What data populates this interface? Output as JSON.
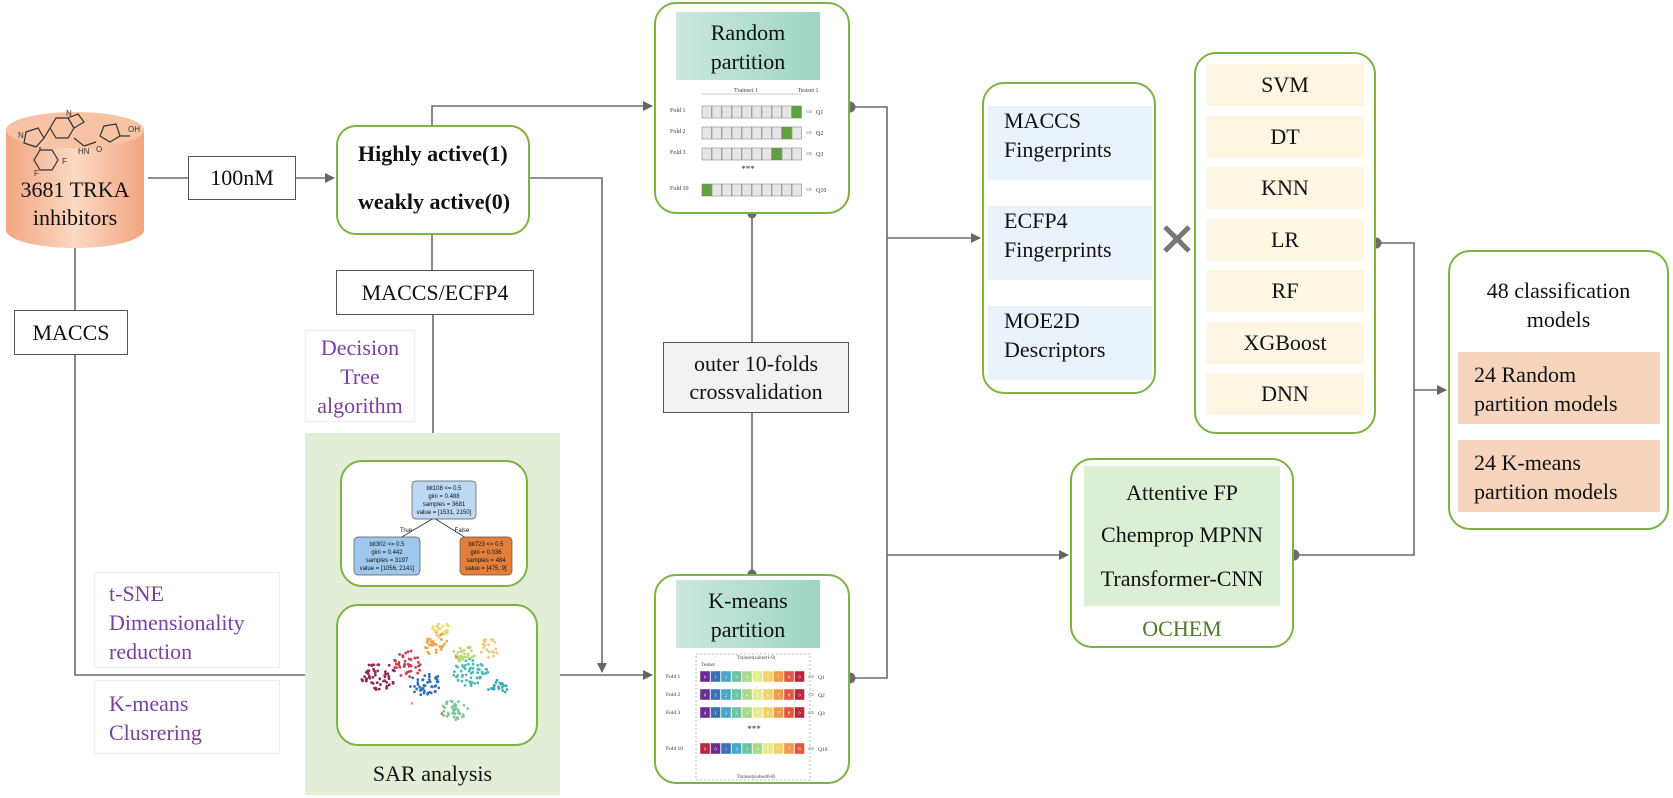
{
  "source": {
    "line1": "3681 TRKA",
    "line2": "inhibitors"
  },
  "threshold": "100nM",
  "maccs_label": "MACCS",
  "activity": {
    "high": "Highly active(1)",
    "weak": "weakly active(0)"
  },
  "fingerprint_label": "MACCS/ECFP4",
  "decision_tree": {
    "label_lines": [
      "Decision",
      "Tree",
      "algorithm"
    ],
    "root": [
      "bit108 <= 0.5",
      "gini = 0.488",
      "samples = 3681",
      "value = [1531, 2150]"
    ],
    "true_label": "True",
    "false_label": "False",
    "left": [
      "bit302 <= 0.5",
      "gini = 0.442",
      "samples = 3197",
      "value = [1056, 2141]"
    ],
    "right": [
      "bit723 <= 0.5",
      "gini = 0.036",
      "samples = 484",
      "value = [475, 9]"
    ]
  },
  "tsne_label_lines": [
    "t-SNE",
    "Dimensionality",
    "reduction"
  ],
  "kmeans_label_lines": [
    "K-means",
    "Clusrering"
  ],
  "sar_label": "SAR analysis",
  "random_partition": {
    "title_lines": [
      "Random",
      "partition"
    ],
    "trainset": "Trainset 1",
    "testset": "Testset 1",
    "folds": [
      "Fold 1",
      "Fold 2",
      "Fold 3",
      "Fold 10"
    ],
    "outputs": [
      "Q1",
      "Q2",
      "Q3",
      "Q10"
    ],
    "dots": "***"
  },
  "crossvalidation_lines": [
    "outer 10-folds",
    "crossvalidation"
  ],
  "kmeans_partition": {
    "title_lines": [
      "K-means",
      "partition"
    ],
    "trainset_top": "Trainset(subset1-9)",
    "trainset_bottom": "Trainset(subset0-8)",
    "testset": "Testset",
    "folds": [
      "Fold 1",
      "Fold 2",
      "Fold 3",
      "Fold 10"
    ],
    "outputs": [
      "Q1",
      "Q2",
      "Q3",
      "Q10"
    ],
    "dots": "***"
  },
  "descriptors": [
    [
      "MACCS",
      "Fingerprints"
    ],
    [
      "ECFP4",
      "Fingerprints"
    ],
    [
      "MOE2D",
      "Descriptors"
    ]
  ],
  "cross_symbol": "✕",
  "algorithms": [
    "SVM",
    "DT",
    "KNN",
    "LR",
    "RF",
    "XGBoost",
    "DNN"
  ],
  "ochem": {
    "methods": [
      "Attentive FP",
      "Chemprop MPNN",
      "Transformer-CNN"
    ],
    "label": "OCHEM"
  },
  "results": {
    "title_lines": [
      "48 classification",
      "models"
    ],
    "random_lines": [
      "24 Random",
      "partition models"
    ],
    "kmeans_lines": [
      "24 K-means",
      "partition models"
    ]
  },
  "colors": {
    "green_border": "#7cb342",
    "teal_header": "#9fd5c2",
    "blue_panel": "#eaf3fb",
    "cream_panel": "#fdf6e3",
    "ochem_panel": "#dcefd5",
    "peach_panel": "#f7d4bd",
    "sar_bg": "#e2eed7",
    "purple_text": "#7b3fa0",
    "ochem_text": "#4e7a2b"
  }
}
